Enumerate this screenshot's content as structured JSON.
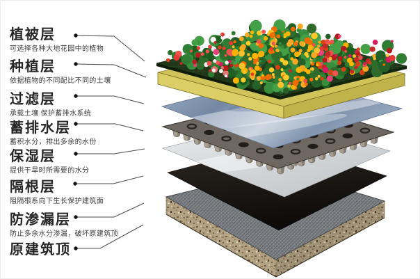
{
  "labels": [
    {
      "name": "植被层",
      "desc": "可选择各种大地花园中的植物"
    },
    {
      "name": "种植层",
      "desc": "依据植物的不同配比不同的土壤"
    },
    {
      "name": "过滤层",
      "desc": "承载土壤 保护蓄排水系统"
    },
    {
      "name": "蓄排水层",
      "desc": "蓄积水分，排出多余的水份"
    },
    {
      "name": "保湿层",
      "desc": "提供干旱时所需要的水分"
    },
    {
      "name": "隔根层",
      "desc": "阻隔根系向下生长保护建筑面"
    },
    {
      "name": "防渗漏层",
      "desc": "防止多余水分渗漏，破坏原建筑顶"
    },
    {
      "name": "原建筑顶",
      "desc": ""
    }
  ],
  "diagram": {
    "type": "exploded-layer-diagram",
    "layers": [
      {
        "id": "vegetation-layer",
        "label": "植被层"
      },
      {
        "id": "planting-soil-slab",
        "label": "种植层"
      },
      {
        "id": "filter-sheet",
        "label": "过滤层"
      },
      {
        "id": "drainage-board",
        "label": "蓄排水层"
      },
      {
        "id": "moisture-sheet",
        "label": "保湿层"
      },
      {
        "id": "root-barrier-sheet",
        "label": "隔根层"
      },
      {
        "id": "waterproof-membrane",
        "label": "防渗漏层"
      },
      {
        "id": "roof-slab",
        "label": "原建筑顶"
      }
    ],
    "colors": {
      "plate_green": "#1f3619",
      "plate_edge": "#0e1c08",
      "soil_top": "#cfc35a",
      "soil_left": "#dbce66",
      "soil_right": "#c1b34b",
      "filter_blue": "#8ba0b8",
      "board": "#6e6861",
      "board_hole": "#211d19",
      "cup": "#a89f92",
      "moist": "#dfe1e3",
      "black_sheet": "#16120e",
      "membrane_gray": "#84878b",
      "slab_tan": "#b2a283",
      "line": "#4a4a4a",
      "text": "#262626"
    },
    "flower_palette": {
      "greens": [
        "#1b5e20",
        "#2e7d32",
        "#388e3c",
        "#43a047",
        "#256029",
        "#2f6b2a"
      ],
      "reds": [
        "#c62828",
        "#e53935",
        "#b71c1c",
        "#ef5350",
        "#d84315"
      ],
      "yellows": [
        "#f9a825",
        "#fbc02d",
        "#ef6c00",
        "#ffca28",
        "#ffb300"
      ],
      "whites": [
        "#f7f6f1",
        "#fdf3f5"
      ],
      "pinks": [
        "#d81b60",
        "#ec407a",
        "#e57373"
      ]
    }
  }
}
